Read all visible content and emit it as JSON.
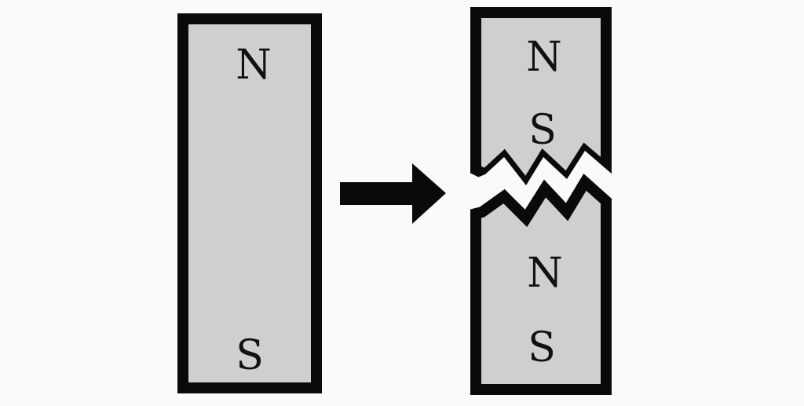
{
  "diagram": {
    "colors": {
      "background": "#fafafa",
      "magnet_fill": "#cfcfcf",
      "outline": "#0a0a0a",
      "arrow": "#0a0a0a"
    },
    "whole_magnet": {
      "north_label": "N",
      "south_label": "S"
    },
    "arrow_icon": "right-arrow-icon",
    "broken_magnet": {
      "upper_piece": {
        "north_label": "N",
        "south_label": "S"
      },
      "lower_piece": {
        "north_label": "N",
        "south_label": "S"
      },
      "break_icon": "zigzag-break-icon"
    }
  }
}
